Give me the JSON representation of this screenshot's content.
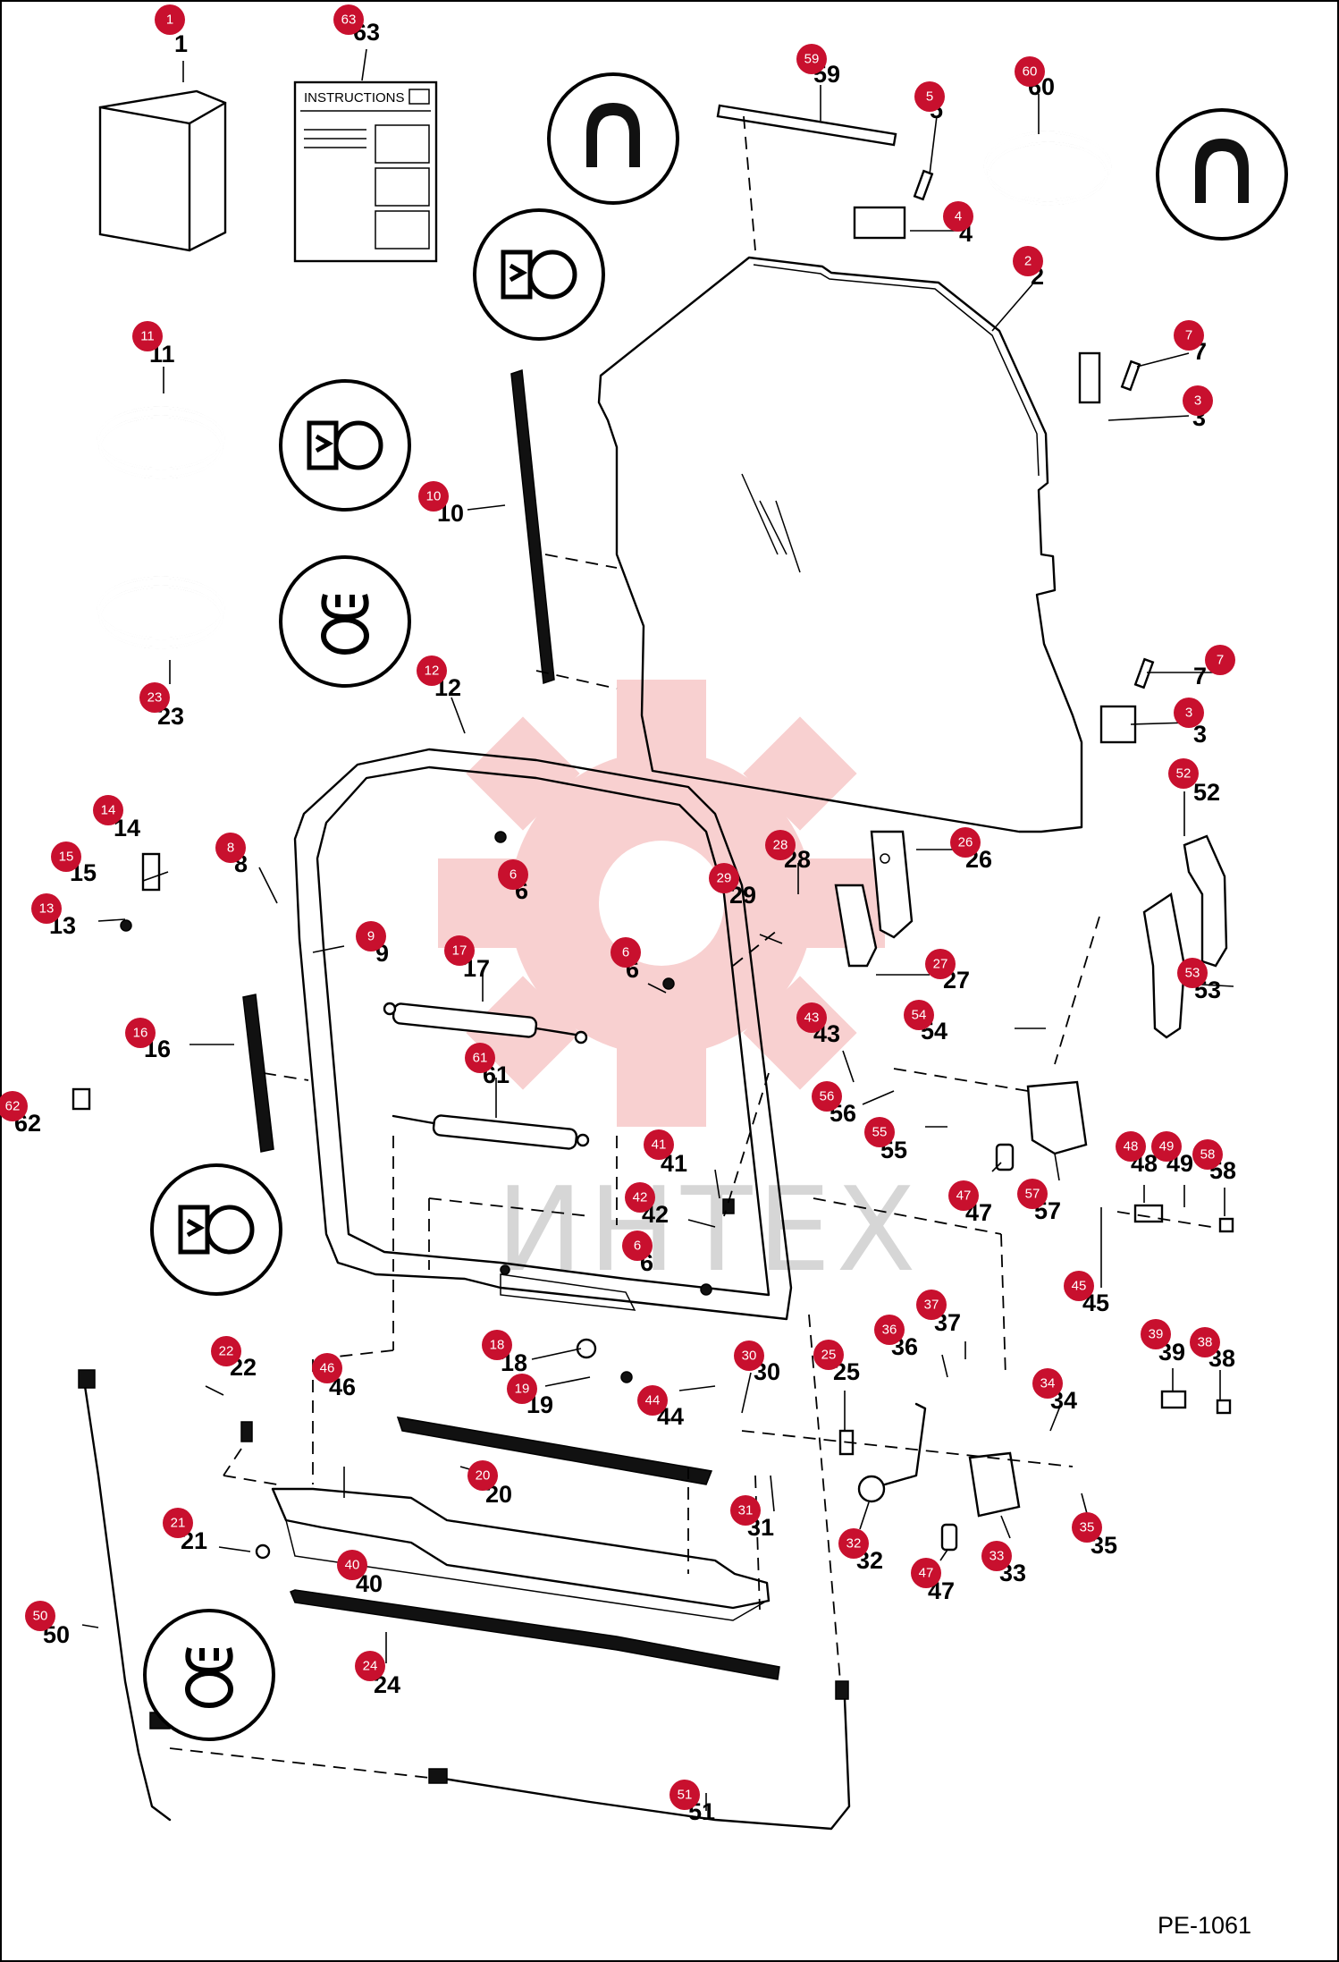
{
  "drawing_id": "PE-1061",
  "instructions_label": "INSTRUCTIONS",
  "watermark_text": "ИНТЕХ",
  "colors": {
    "badge": "#c8102e",
    "line": "#000000",
    "watermark_gear": "#f7c8c8",
    "watermark_text": "#d6d6d6"
  },
  "badges": [
    "1",
    "63",
    "59",
    "5",
    "60",
    "4",
    "2",
    "7",
    "3",
    "11",
    "10",
    "23",
    "7",
    "3",
    "12",
    "52",
    "26",
    "28",
    "29",
    "27",
    "14",
    "15",
    "8",
    "6",
    "13",
    "9",
    "17",
    "6",
    "54",
    "53",
    "16",
    "43",
    "61",
    "56",
    "62",
    "55",
    "41",
    "48",
    "49",
    "58",
    "47",
    "57",
    "42",
    "6",
    "45",
    "22",
    "18",
    "37",
    "30",
    "36",
    "39",
    "38",
    "19",
    "44",
    "25",
    "34",
    "46",
    "20",
    "31",
    "35",
    "21",
    "40",
    "32",
    "33",
    "47",
    "50",
    "24",
    "51"
  ],
  "callout_numbers": [
    "1",
    "63",
    "59",
    "5",
    "60",
    "4",
    "2",
    "7",
    "3",
    "11",
    "10",
    "23",
    "7",
    "3",
    "12",
    "52",
    "26",
    "28",
    "29",
    "27",
    "14",
    "15",
    "8",
    "6",
    "13",
    "9",
    "17",
    "6",
    "54",
    "53",
    "16",
    "43",
    "61",
    "56",
    "62",
    "55",
    "41",
    "48",
    "49",
    "58",
    "47",
    "57",
    "42",
    "6",
    "45",
    "22",
    "18",
    "37",
    "30",
    "36",
    "39",
    "38",
    "19",
    "44",
    "25",
    "34",
    "46",
    "20",
    "31",
    "35",
    "21",
    "40",
    "32",
    "33",
    "47",
    "50",
    "24",
    "51"
  ],
  "seal_icons": [
    "seal-profile-icon",
    "seal-profile-icon",
    "seal-profile-icon",
    "seal-profile-icon",
    "seal-profile-icon",
    "seal-profile-icon",
    "seal-profile-icon"
  ]
}
